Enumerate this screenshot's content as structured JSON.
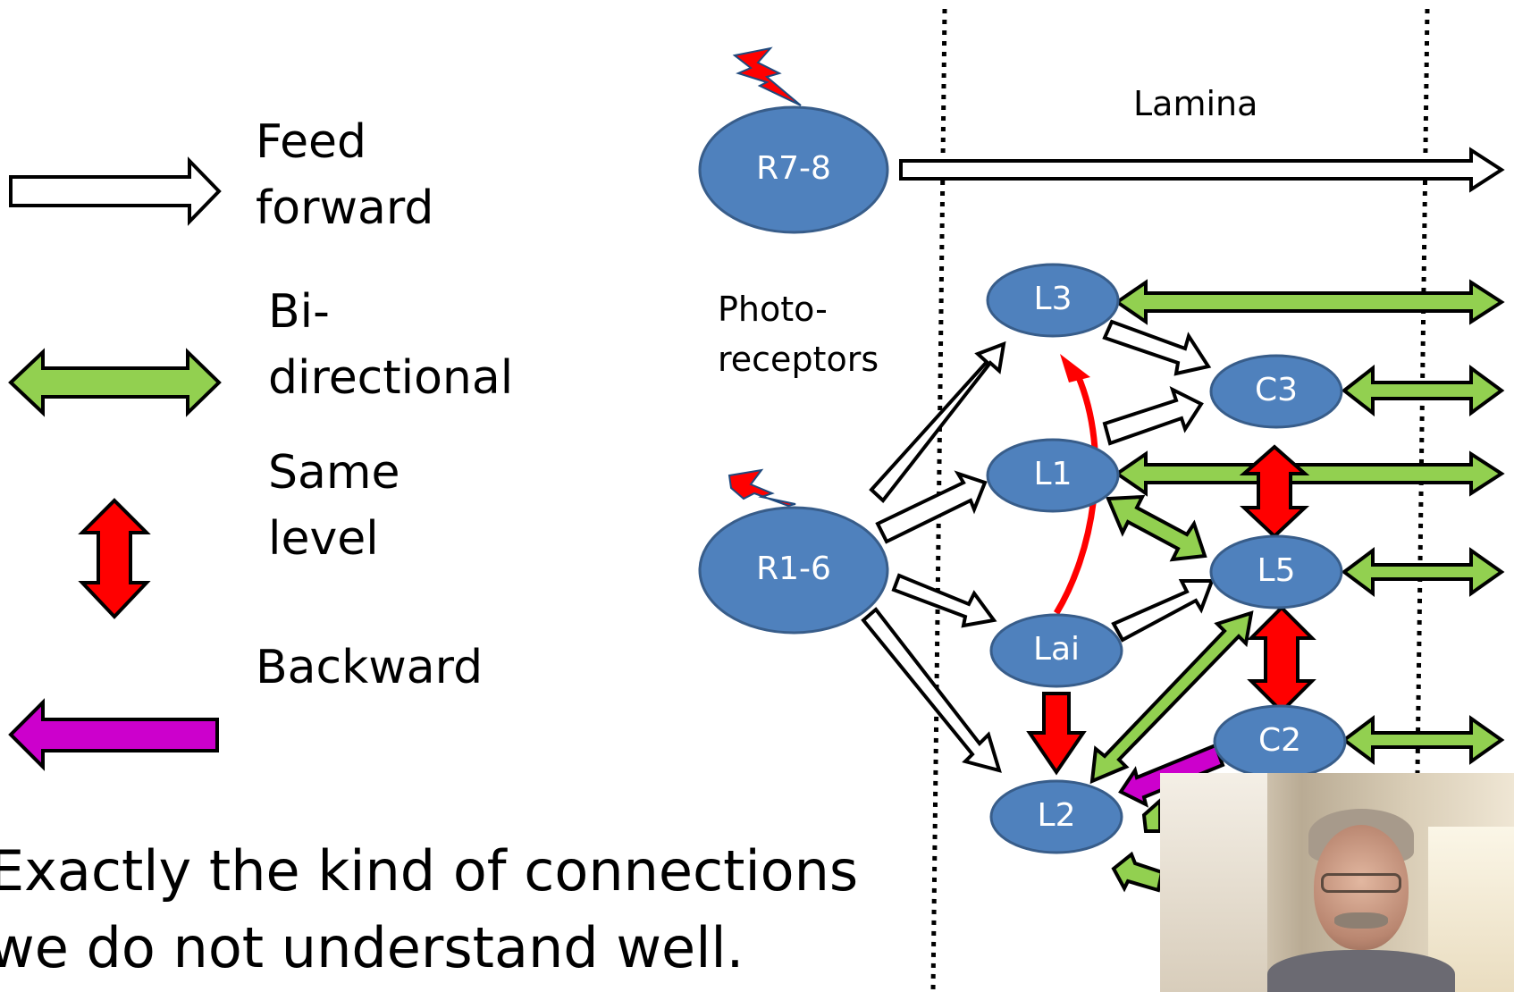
{
  "legend": {
    "items": [
      {
        "lines": [
          "Feed",
          "forward"
        ],
        "arrow": "hollow-right-arrow"
      },
      {
        "lines": [
          "Bi-",
          "directional"
        ],
        "arrow": "green-double-arrow"
      },
      {
        "lines": [
          "Same",
          "level"
        ],
        "arrow": "red-vertical-double-arrow"
      },
      {
        "lines": [
          "Backward"
        ],
        "arrow": "magenta-left-arrow"
      }
    ]
  },
  "caption": {
    "line1": "Exactly the kind of connections",
    "line2": "we do not understand well."
  },
  "diagram": {
    "region_label": "Lamina",
    "photo_label_line1": "Photo-",
    "photo_label_line2": "receptors",
    "nodes": {
      "r78": "R7-8",
      "r16": "R1-6",
      "l3": "L3",
      "l1": "L1",
      "lai": "Lai",
      "l2": "L2",
      "c3": "C3",
      "l5": "L5",
      "c2": "C2"
    }
  },
  "colors": {
    "node_fill": "#4f81bd",
    "node_stroke": "#385d8a",
    "bidirectional": "#92d050",
    "same_level": "#ff0000",
    "backward": "#cc00cc",
    "feed_forward_fill": "#ffffff",
    "lightning": "#ff0000"
  },
  "webcam": {
    "description_icon": "presenter-video-thumbnail"
  }
}
